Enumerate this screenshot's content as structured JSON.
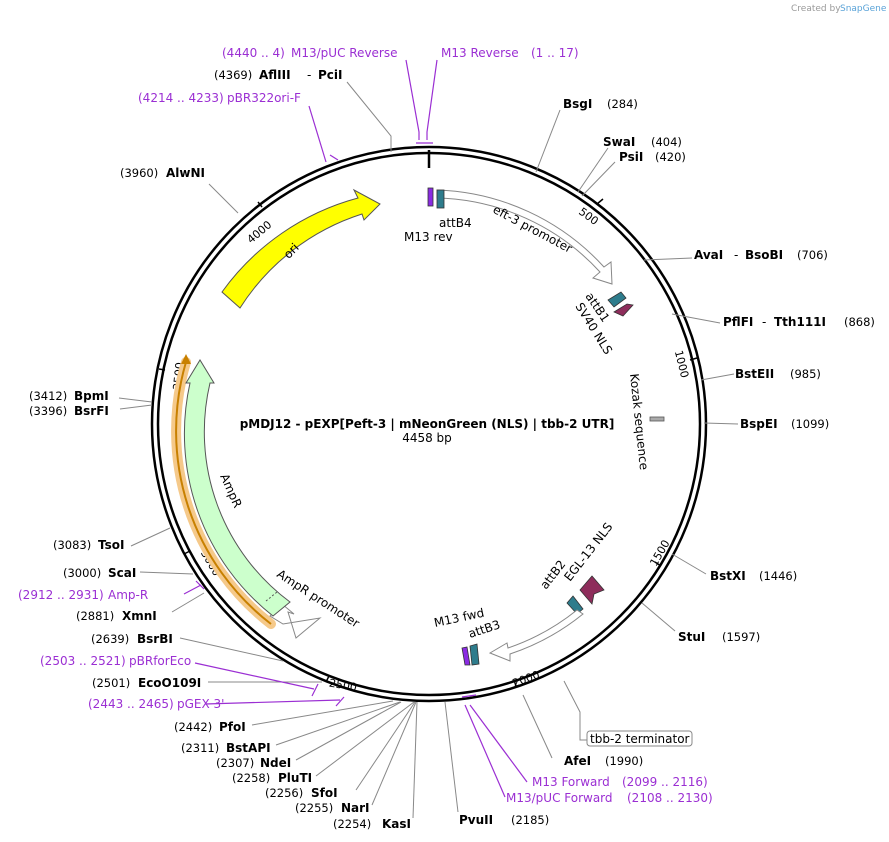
{
  "credit": {
    "text": "Created by",
    "brand": "SnapGene"
  },
  "title": {
    "name": "pMDJ12 - pEXP[Peft-3 | mNeonGreen (NLS) | tbb-2 UTR]",
    "length": "4458 bp"
  },
  "ticks": [
    "500",
    "1000",
    "1500",
    "2000",
    "2500",
    "3000",
    "3500",
    "4000"
  ],
  "enzymes": [
    {
      "name": "AflIII",
      "name2": "PciI",
      "pos": "(4369)"
    },
    {
      "name": "BsgI",
      "pos": "(284)"
    },
    {
      "name": "SwaI",
      "pos": "(404)"
    },
    {
      "name": "PsiI",
      "pos": "(420)"
    },
    {
      "name": "AvaI",
      "name2": "BsoBI",
      "pos": "(706)"
    },
    {
      "name": "PflFI",
      "name2": "Tth111I",
      "pos": "(868)"
    },
    {
      "name": "BstEII",
      "pos": "(985)"
    },
    {
      "name": "BspEI",
      "pos": "(1099)"
    },
    {
      "name": "BstXI",
      "pos": "(1446)"
    },
    {
      "name": "StuI",
      "pos": "(1597)"
    },
    {
      "name": "AfeI",
      "pos": "(1990)"
    },
    {
      "name": "PvuII",
      "pos": "(2185)"
    },
    {
      "name": "KasI",
      "pos": "(2254)"
    },
    {
      "name": "NarI",
      "pos": "(2255)"
    },
    {
      "name": "SfoI",
      "pos": "(2256)"
    },
    {
      "name": "PluTI",
      "pos": "(2258)"
    },
    {
      "name": "NdeI",
      "pos": "(2307)"
    },
    {
      "name": "BstAPI",
      "pos": "(2311)"
    },
    {
      "name": "PfoI",
      "pos": "(2442)"
    },
    {
      "name": "EcoO109I",
      "pos": "(2501)"
    },
    {
      "name": "BsrBI",
      "pos": "(2639)"
    },
    {
      "name": "XmnI",
      "pos": "(2881)"
    },
    {
      "name": "ScaI",
      "pos": "(3000)"
    },
    {
      "name": "TsoI",
      "pos": "(3083)"
    },
    {
      "name": "BsrFI",
      "pos": "(3396)"
    },
    {
      "name": "BpmI",
      "pos": "(3412)"
    },
    {
      "name": "AlwNI",
      "pos": "(3960)"
    }
  ],
  "primers": [
    {
      "name": "M13/pUC Reverse",
      "range": "(4440 .. 4)"
    },
    {
      "name": "M13 Reverse",
      "range": "(1 .. 17)"
    },
    {
      "name": "pBR322ori-F",
      "range": "(4214 .. 4233)"
    },
    {
      "name": "Amp-R",
      "range": "(2912 .. 2931)"
    },
    {
      "name": "pBRforEco",
      "range": "(2503 .. 2521)"
    },
    {
      "name": "pGEX 3'",
      "range": "(2443 .. 2465)"
    },
    {
      "name": "M13 Forward",
      "range": "(2099 .. 2116)"
    },
    {
      "name": "M13/pUC Forward",
      "range": "(2108 .. 2130)"
    }
  ],
  "features": [
    {
      "name": "attB4"
    },
    {
      "name": "M13 rev"
    },
    {
      "name": "eft-3 promoter"
    },
    {
      "name": "attB1"
    },
    {
      "name": "SV40 NLS"
    },
    {
      "name": "Kozak sequence"
    },
    {
      "name": "EGL-13 NLS"
    },
    {
      "name": "attB2"
    },
    {
      "name": "attB3"
    },
    {
      "name": "M13 fwd"
    },
    {
      "name": "tbb-2 terminator"
    },
    {
      "name": "AmpR promoter"
    },
    {
      "name": "AmpR"
    },
    {
      "name": "ori"
    }
  ],
  "colors": {
    "ori": "#ffff00",
    "ampr": "#ccffcc",
    "primer": "#9b2fd3",
    "att": "#2e7c8c",
    "nls": "#8e2d5b",
    "m13": "#8a2be2",
    "kozak": "#aaaaaa",
    "highlight": "#f5c98a"
  }
}
